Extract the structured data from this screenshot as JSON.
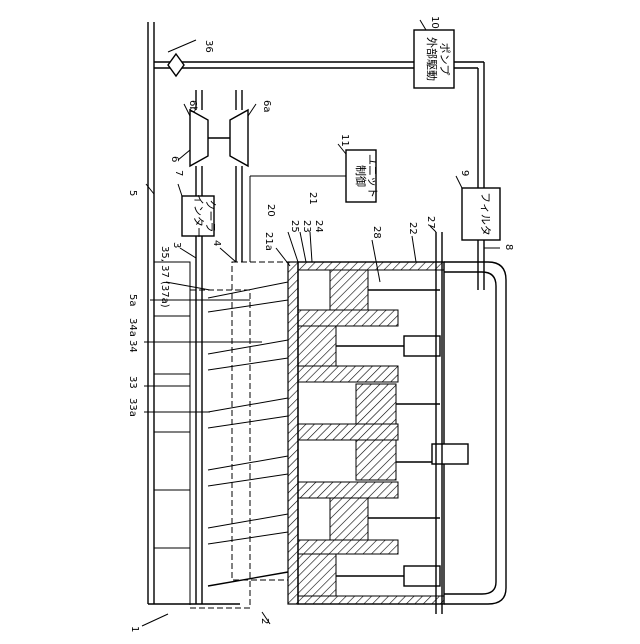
{
  "labels": {
    "n1": "1",
    "n2": "2",
    "n3": "3",
    "n4": "4",
    "n5": "5",
    "n5a": "5a",
    "n6": "6",
    "n6a": "6a",
    "n6b": "6b",
    "n7": "7",
    "n8": "8",
    "n9": "9",
    "n10": "10",
    "n11": "11",
    "n20": "20",
    "n21": "21",
    "n21a": "21a",
    "n22": "22",
    "n23": "23",
    "n24": "24",
    "n25": "25",
    "n27": "27",
    "n28": "28",
    "n33": "33",
    "n33a": "33a",
    "n34": "34",
    "n34a": "34a",
    "n35": "35, 37 (37a)",
    "n36": "36"
  },
  "boxes": {
    "intercooler_line1": "インター",
    "intercooler_line2": "クーラ",
    "control_line1": "制御",
    "control_line2": "ユニット",
    "filter": "フィルタ",
    "pump_line1": "外部駆動",
    "pump_line2": "ポンプ"
  }
}
